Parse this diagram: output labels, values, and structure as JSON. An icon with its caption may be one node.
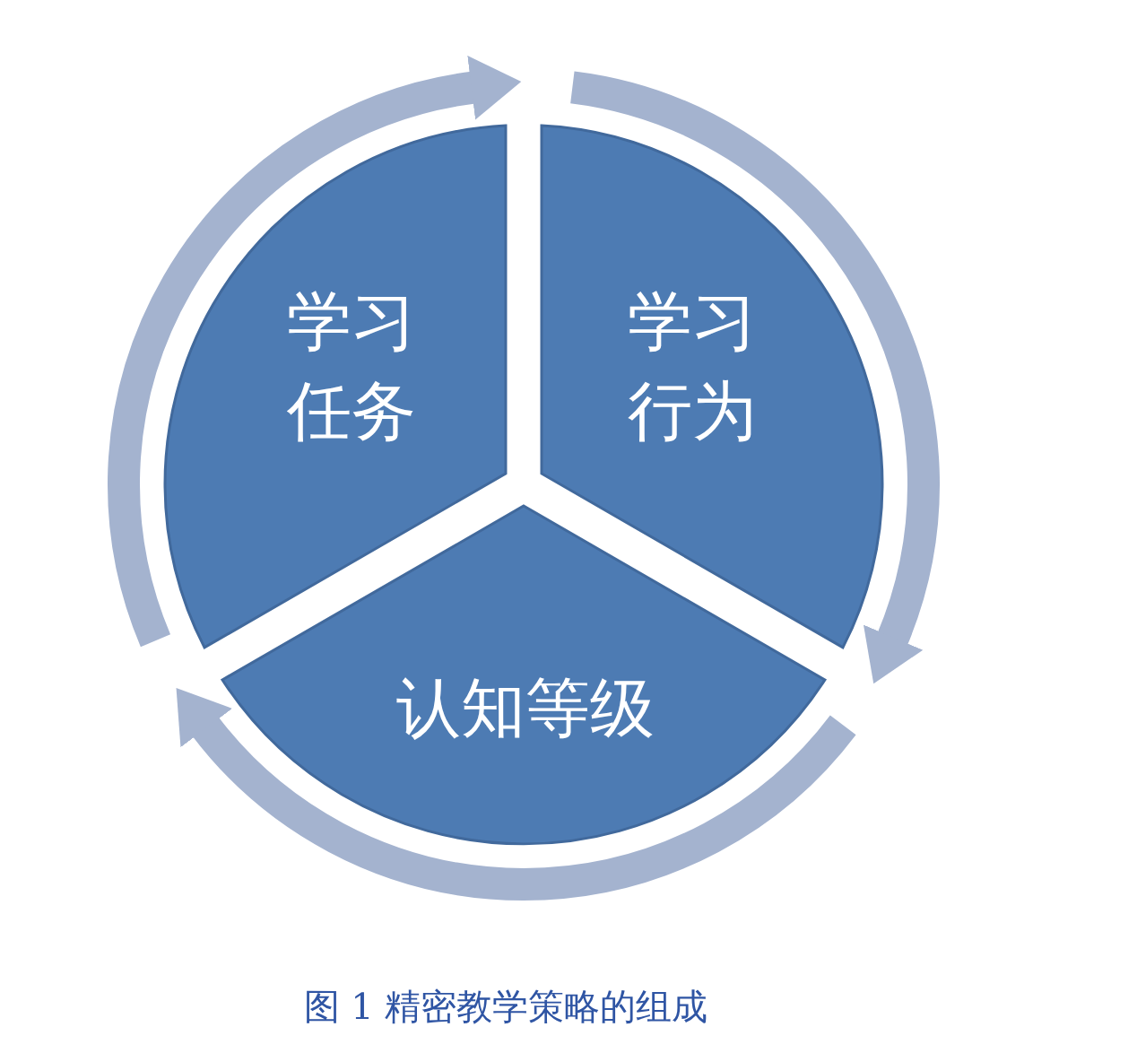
{
  "diagram": {
    "caption": "图 1 精密教学策略的组成",
    "nodes": [
      {
        "text": [
          "学习任务"
        ]
      },
      {
        "text": [
          "学习行为"
        ]
      },
      {
        "text": [
          "认知等级"
        ]
      }
    ]
  }
}
